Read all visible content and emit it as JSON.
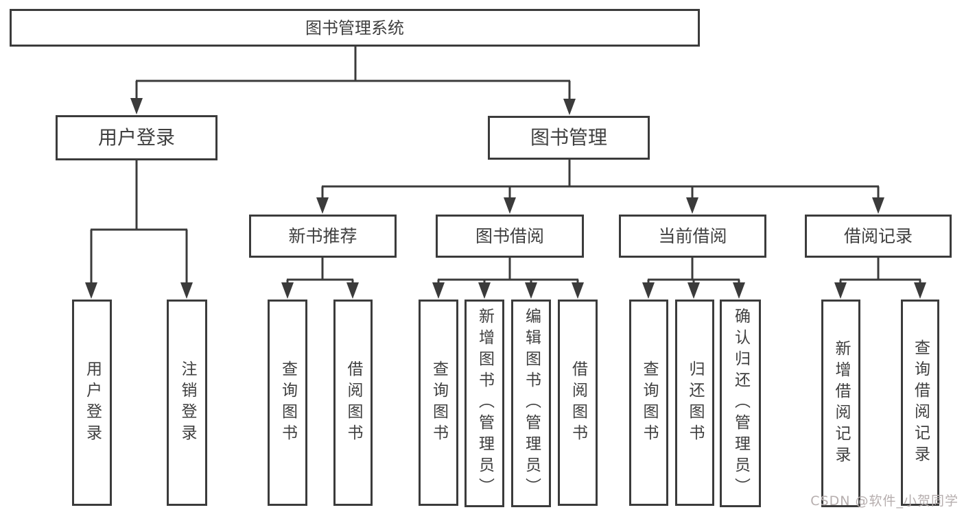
{
  "diagram": {
    "colors": {
      "line": "#3b3b3b",
      "box_border": "#3b3b3b",
      "text": "#3f3f3f",
      "background": "#ffffff",
      "watermark_text": "#b6aeae"
    },
    "tree": {
      "label": "图书管理系统",
      "children": [
        {
          "label": "用户登录",
          "children": [
            {
              "label": "用户登录"
            },
            {
              "label": "注销登录"
            }
          ]
        },
        {
          "label": "图书管理",
          "children": [
            {
              "label": "新书推荐",
              "children": [
                {
                  "label": "查询图书"
                },
                {
                  "label": "借阅图书"
                }
              ]
            },
            {
              "label": "图书借阅",
              "children": [
                {
                  "label": "查询图书"
                },
                {
                  "label": "新增图书（管理员）"
                },
                {
                  "label": "编辑图书（管理员）"
                },
                {
                  "label": "借阅图书"
                }
              ]
            },
            {
              "label": "当前借阅",
              "children": [
                {
                  "label": "查询图书"
                },
                {
                  "label": "归还图书"
                },
                {
                  "label": "确认归还（管理员）"
                }
              ]
            },
            {
              "label": "借阅记录",
              "children": [
                {
                  "label": "新增借阅记录"
                },
                {
                  "label": "查询借阅记录"
                }
              ]
            }
          ]
        }
      ]
    },
    "watermark": {
      "text": "CSDN @软件_小贺同学"
    }
  }
}
